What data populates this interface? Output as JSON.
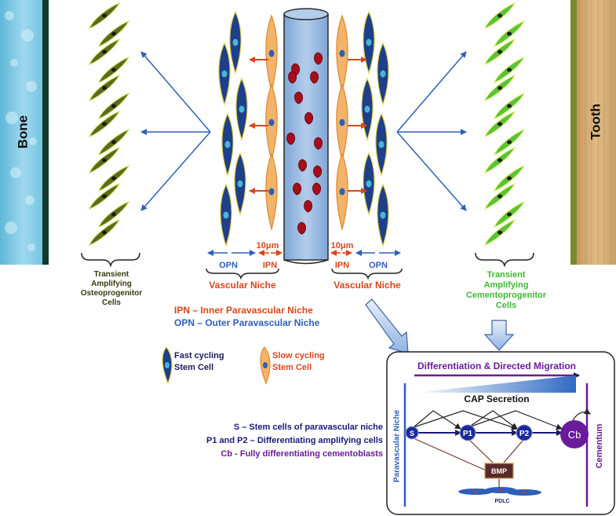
{
  "bone_label": "Bone",
  "tooth_label": "Tooth",
  "left_cells_label": [
    "Transient",
    "Amplifying",
    "Osteoprogenitor",
    "Cells"
  ],
  "right_cells_label": [
    "Transient",
    "Amplifying",
    "Cementoprogenitor",
    "Cells"
  ],
  "distance_left": "10μm",
  "distance_right": "10μm",
  "opn_left": "OPN",
  "ipn_left": "IPN",
  "ipn_right": "IPN",
  "opn_right": "OPN",
  "vascular_niche_left": "Vascular Niche",
  "vascular_niche_right": "Vascular Niche",
  "legend_ipn": "IPN – Inner Paravascular Niche",
  "legend_opn": "OPN – Outer Paravascular Niche",
  "fast_cycling": [
    "Fast cycling",
    "Stem Cell"
  ],
  "slow_cycling": [
    "Slow cycling",
    "Stem Cell"
  ],
  "key_s": "S – Stem cells of paravascular niche",
  "key_p": "P1 and P2 – Differentiating amplifying cells",
  "key_cb": "Cb - Fully differentiating cementoblasts",
  "box_title": "Differentiation & Directed Migration",
  "cap_secretion": "CAP Secretion",
  "paravascular_niche": "Paravascular Niche",
  "cementum": "Cementum",
  "node_s": "S",
  "node_p1": "P1",
  "node_p2": "P2",
  "node_cb": "Cb",
  "bmp": "BMP",
  "pdlc": "PDLC",
  "colors": {
    "blue_text": "#2e5fb8",
    "orange_text": "#d8461b",
    "olive_text": "#4a4a1a",
    "green_text": "#3fb832",
    "purple": "#6a1b9a",
    "navy": "#1a1a7a"
  }
}
